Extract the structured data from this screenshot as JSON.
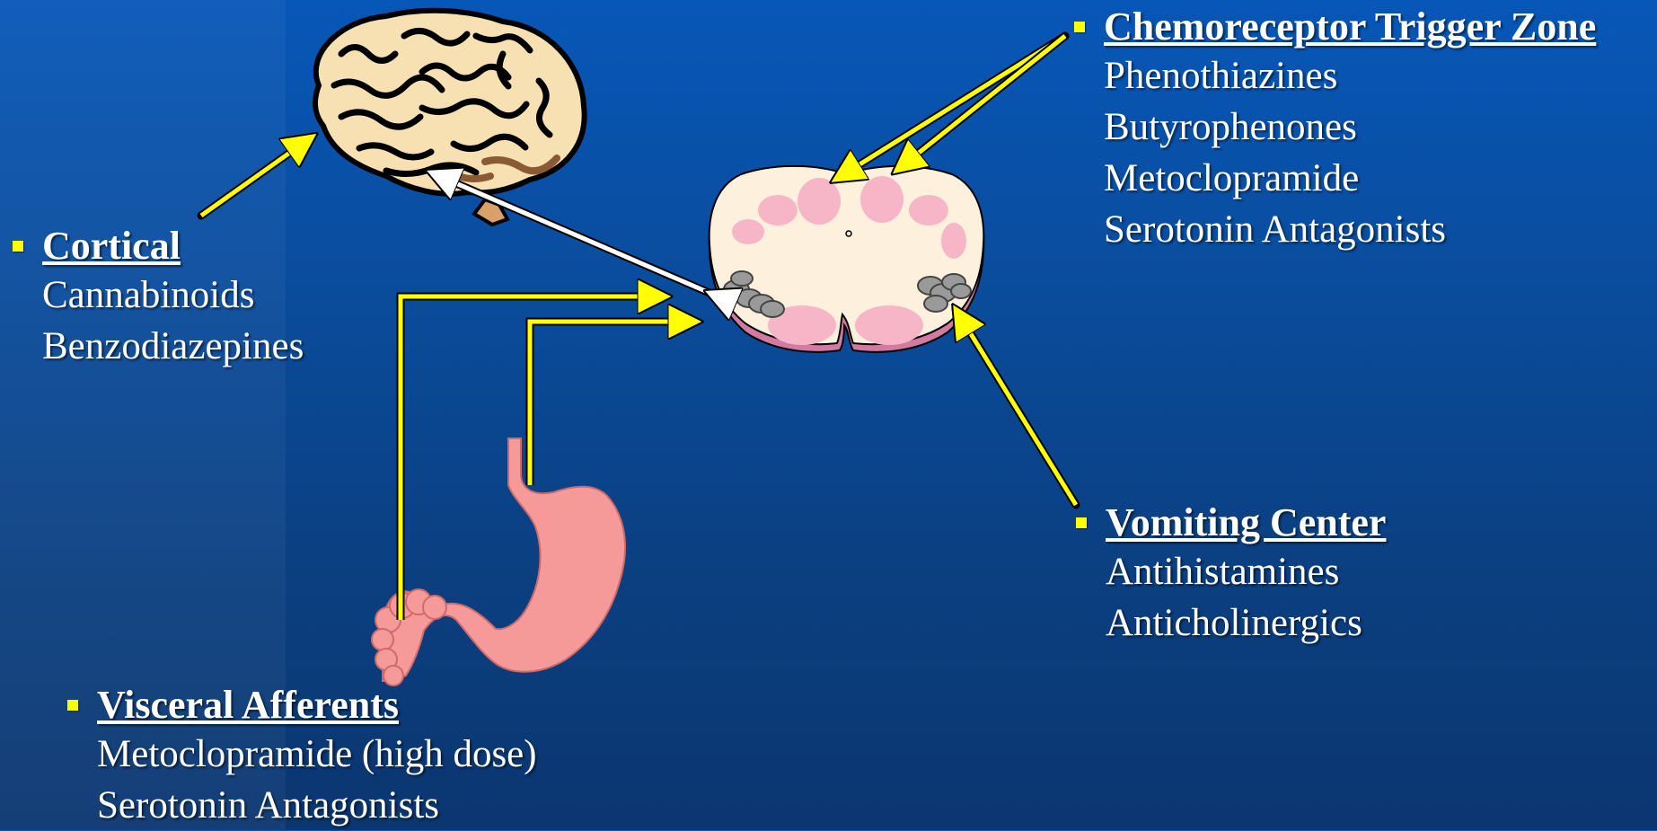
{
  "colors": {
    "background_top": "#0757b8",
    "background_bottom": "#0b3670",
    "arrow": "#ffff00",
    "arrow_white": "#ffffff",
    "bullet": "#ffff00",
    "stomach": "#f59a98",
    "brainstem_fill": "#fdf0dc",
    "brainstem_nuclei": "#f7b6c8"
  },
  "icons": [
    "brain-illustration",
    "brainstem-cross-section",
    "stomach-illustration"
  ],
  "labels": {
    "ctz": {
      "title": "Chemoreceptor Trigger Zone",
      "items": [
        "Phenothiazines",
        "Butyrophenones",
        "Metoclopramide",
        "Serotonin Antagonists"
      ]
    },
    "cortical": {
      "title": "Cortical",
      "items": [
        "Cannabinoids",
        "Benzodiazepines"
      ]
    },
    "vomiting_center": {
      "title": "Vomiting Center",
      "items": [
        "Antihistamines",
        "Anticholinergics"
      ]
    },
    "visceral": {
      "title": "Visceral Afferents",
      "items": [
        "Metoclopramide (high dose)",
        "Serotonin Antagonists"
      ]
    }
  }
}
